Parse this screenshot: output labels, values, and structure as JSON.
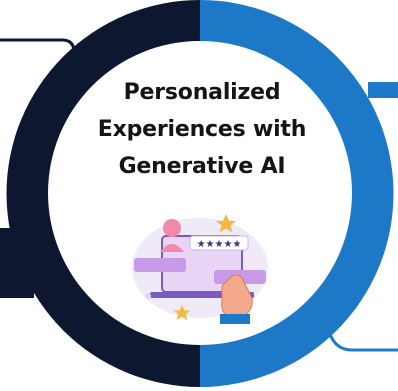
{
  "hub": {
    "title_lines": [
      "Personalized",
      "Experiences with",
      "Generative AI"
    ],
    "ring_left_color": "#0d1830",
    "ring_right_color": "#1e78c8",
    "connector_dark_color": "#0d1830",
    "connector_blue_color": "#1e78c8"
  },
  "illustration": {
    "name": "laptop-review-illustration",
    "rating_stars": 5
  }
}
